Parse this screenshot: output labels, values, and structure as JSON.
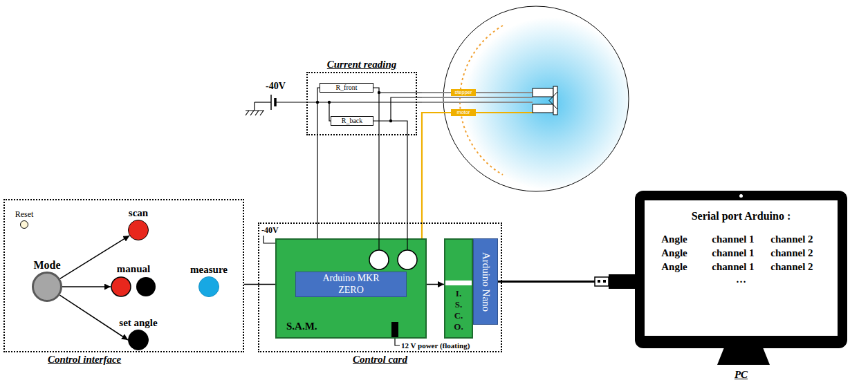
{
  "diagram": {
    "nodes": [
      {
        "text": [
          "Current reading"
        ]
      },
      {
        "text": [
          "R_front"
        ],
        "in": 0
      },
      {
        "text": [
          "R_back"
        ],
        "in": 0
      },
      {
        "text": [
          "stepper"
        ]
      },
      {
        "text": [
          "motor"
        ]
      },
      {
        "text": [
          "Control interface"
        ]
      },
      {
        "text": [
          "Reset"
        ],
        "in": 5
      },
      {
        "text": [
          "Mode"
        ],
        "in": 5
      },
      {
        "text": [
          "scan"
        ],
        "in": 5
      },
      {
        "text": [
          "manual"
        ],
        "in": 5
      },
      {
        "text": [
          "measure"
        ],
        "in": 5
      },
      {
        "text": [
          "set angle"
        ],
        "in": 5
      },
      {
        "text": [
          "Control card"
        ]
      },
      {
        "text": [
          "S.A.M."
        ],
        "in": 12
      },
      {
        "text": [
          "Arduino MKR ZERO"
        ],
        "in": 13
      },
      {
        "text": [
          "I. S. C. O."
        ],
        "in": 12
      },
      {
        "text": [
          "Arduino Nano"
        ],
        "in": 12
      },
      {
        "text": [
          "Serial port Arduino :",
          "Angle",
          "channel 1",
          "channel 2",
          "Angle",
          "channel 1",
          "channel 2",
          "Angle",
          "channel 1",
          "channel 2",
          "…",
          "PC"
        ]
      }
    ],
    "edges": [
      {
        "from": 7,
        "to": 8,
        "arrow": "to"
      },
      {
        "from": 7,
        "to": 9,
        "arrow": "to"
      },
      {
        "from": 7,
        "to": 11,
        "arrow": "to"
      },
      {
        "from": 5,
        "to": 14,
        "arrow": "to"
      },
      {
        "from": 14,
        "to": 15,
        "arrow": "to"
      },
      {
        "from": 16,
        "to": 17,
        "arrow": "none"
      },
      {
        "from": 14,
        "to": 4,
        "arrow": "none"
      },
      {
        "from": 0,
        "to": 13,
        "arrow": "none"
      },
      {
        "from": 1,
        "to": 13,
        "arrow": "none"
      },
      {
        "from": 2,
        "to": 13,
        "arrow": "none"
      }
    ],
    "labels": [
      "-40V",
      "-40V",
      "12 V power (floating)"
    ]
  }
}
